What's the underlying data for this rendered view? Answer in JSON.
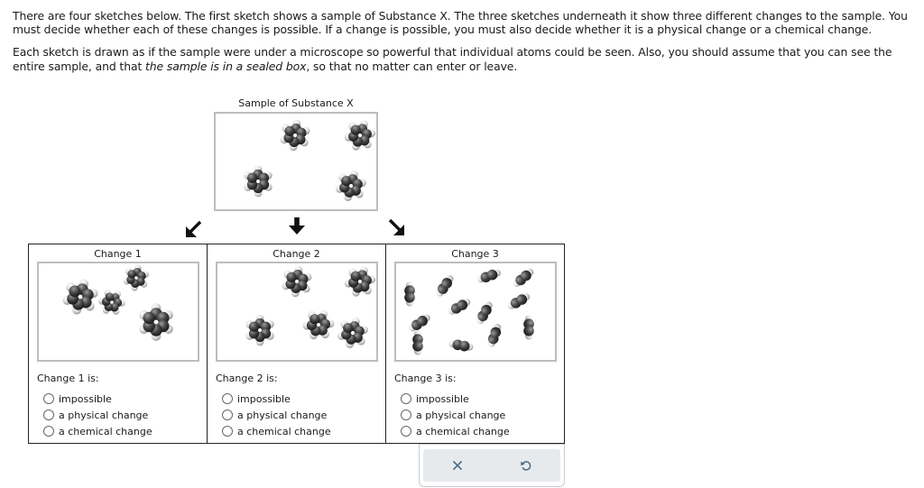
{
  "intro": {
    "p1": "There are four sketches below. The first sketch shows a sample of Substance X. The three sketches underneath it show three different changes to the sample. You must decide whether each of these changes is possible. If a change is possible, you must also decide whether it is a physical change or a chemical change.",
    "p2_a": "Each sketch is drawn as if the sample were under a microscope so powerful that individual atoms could be seen. Also, you should assume that you can see the entire sample, and that ",
    "p2_em": "the sample is in a sealed box",
    "p2_b": ", so that no matter can enter or leave."
  },
  "sample": {
    "title": "Sample of Substance X"
  },
  "changes": [
    {
      "title": "Change 1",
      "label": "Change 1 is:"
    },
    {
      "title": "Change 2",
      "label": "Change 2 is:"
    },
    {
      "title": "Change 3",
      "label": "Change 3 is:"
    }
  ],
  "options": [
    "impossible",
    "a physical change",
    "a chemical change"
  ],
  "actions": {
    "clear_icon": "x-icon",
    "undo_icon": "undo-icon"
  },
  "colors": {
    "carbon": "#3a3a3a",
    "hydrogen": "#e6e6e6",
    "border": "#bdbdbd",
    "button_bg": "#e7eaed"
  }
}
